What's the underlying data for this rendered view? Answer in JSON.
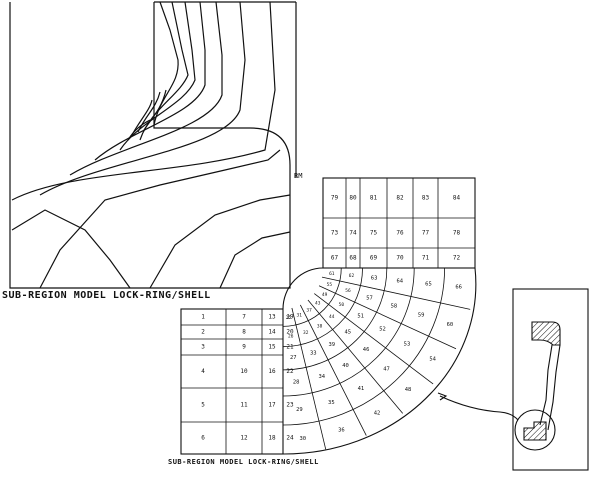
{
  "captions": {
    "main": "SUB-REGION MODEL LOCK-RING/SHELL",
    "mesh": "SUB-REGION MODEL LOCK-RING/SHELL",
    "contour_tag": "RM"
  },
  "mesh": {
    "rect_rows": [
      [
        "1",
        "7",
        "13",
        "19"
      ],
      [
        "2",
        "8",
        "14",
        "20"
      ],
      [
        "3",
        "9",
        "15",
        "21"
      ],
      [
        "4",
        "10",
        "16",
        "22"
      ],
      [
        "5",
        "11",
        "17",
        "23"
      ],
      [
        "6",
        "12",
        "18",
        "24"
      ]
    ],
    "top_rows": [
      [
        "79",
        "80",
        "81",
        "82",
        "83",
        "84"
      ],
      [
        "73",
        "74",
        "75",
        "76",
        "77",
        "78"
      ],
      [
        "67",
        "68",
        "69",
        "70",
        "71",
        "72"
      ]
    ],
    "fan_sectors": [
      [
        "25",
        "26",
        "27",
        "28",
        "29",
        "30"
      ],
      [
        "31",
        "32",
        "33",
        "34",
        "35",
        "36"
      ],
      [
        "37",
        "38",
        "39",
        "40",
        "41",
        "42"
      ],
      [
        "43",
        "44",
        "45",
        "46",
        "47",
        "48"
      ],
      [
        "49",
        "50",
        "51",
        "52",
        "53",
        "54"
      ],
      [
        "55",
        "56",
        "57",
        "58",
        "59",
        "60"
      ],
      [
        "61",
        "62",
        "63",
        "64",
        "65",
        "66"
      ]
    ]
  },
  "colors": {
    "ink": "#111111",
    "paper": "#ffffff"
  }
}
